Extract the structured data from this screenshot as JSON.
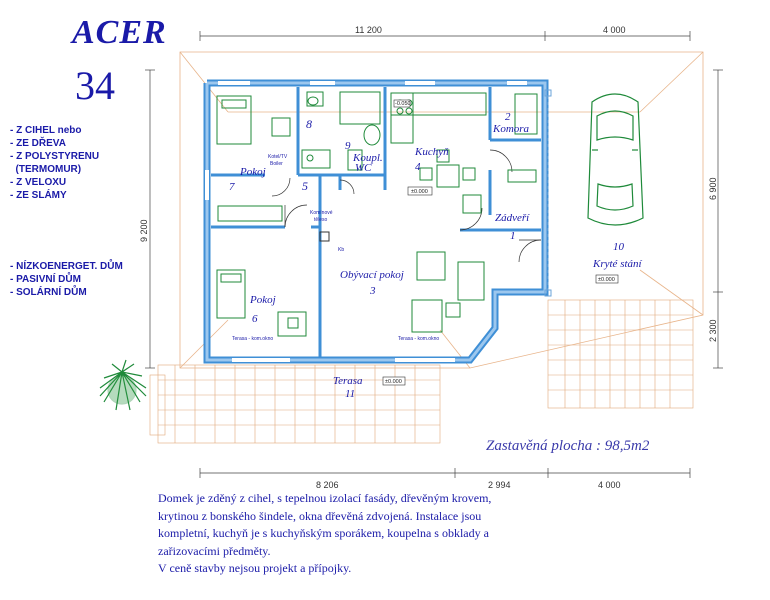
{
  "project": {
    "name": "ACER",
    "number": "34"
  },
  "materials": [
    "- Z CIHEL  nebo",
    "- ZE DŘEVA",
    "- Z POLYSTYRENU",
    "  (TERMOMUR)",
    "- Z VELOXU",
    "- ZE SLÁMY"
  ],
  "energy": [
    "- NÍZKOENERGET. DŮM",
    "- PASIVNÍ DŮM",
    "- SOLÁRNÍ DŮM"
  ],
  "built_area": "Zastavěná plocha :   98,5m2",
  "dimensions": {
    "top_left": "11 200",
    "top_right": "4 000",
    "bottom_left": "8 206",
    "bottom_mid": "2 994",
    "bottom_right": "4 000",
    "left": "9 200",
    "right_top": "6 900",
    "right_bottom": "2 300"
  },
  "rooms": [
    {
      "id": "pokoj7",
      "name": "Pokoj",
      "number": "7"
    },
    {
      "id": "koupelna",
      "name": "Koupl.",
      "number": "9"
    },
    {
      "id": "wc",
      "name": "WC",
      "number": ""
    },
    {
      "id": "kuchyn",
      "name": "Kuchyň",
      "number": "4"
    },
    {
      "id": "komora",
      "name": "Komora",
      "number": "2"
    },
    {
      "id": "zadveri",
      "name": "Zádveří",
      "number": "1"
    },
    {
      "id": "obyvaci",
      "name": "Obývací pokoj",
      "number": "3"
    },
    {
      "id": "pokoj6",
      "name": "Pokoj",
      "number": "6"
    },
    {
      "id": "terasa",
      "name": "Terasa",
      "number": "11"
    },
    {
      "id": "kryte",
      "name": "Kryté stání",
      "number": "10"
    }
  ],
  "small_labels": {
    "n8": "8",
    "n5": "5",
    "kotel": "Kotel/TV",
    "kotel2": "Boiler",
    "komin": "Komínové",
    "komin2": "těleso",
    "kb": "Kb",
    "terasa_okno1": "Terasa - kom.okno",
    "terasa_okno2": "Terasa - kom.okno"
  },
  "levels": [
    "±0.000",
    "±0.000",
    "±0.000",
    "-0.050"
  ],
  "description": [
    "Domek je zděný z cihel, s tepelnou izolací fasády, dřevěným krovem,",
    "krytinou z bonského šindele, okna dřevěná zdvojená. Instalace jsou",
    "kompletní, kuchyň je s kuchyňským sporákem, koupelna s obklady a",
    "zařizovacími předměty.",
    "V ceně stavby nejsou projekt a přípojky."
  ],
  "colors": {
    "wall": "#3f8fd6",
    "furniture": "#1f8a3a",
    "text": "#1a1aa8",
    "paving": "#e0a87a",
    "roof_line": "#e8b48a"
  }
}
